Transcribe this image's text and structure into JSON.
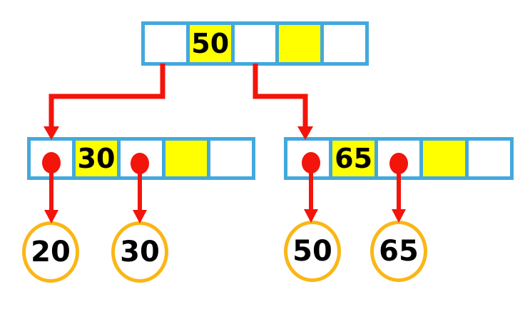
{
  "palette": {
    "node_border_blue": "#43a9dc",
    "cell_highlight_yellow": "#ffff00",
    "arrow_red": "#f3140b",
    "record_ring_orange": "#fbb616",
    "text_black": "#000000",
    "background_white": "#ffffff"
  },
  "tree": {
    "root": {
      "cells": [
        {
          "value": "",
          "highlighted": false
        },
        {
          "value": "50",
          "highlighted": true
        },
        {
          "value": "",
          "highlighted": false
        },
        {
          "value": "",
          "highlighted": true
        },
        {
          "value": "",
          "highlighted": false
        }
      ]
    },
    "left_leaf": {
      "cells": [
        {
          "value": "",
          "highlighted": false,
          "has_pointer_dot": true
        },
        {
          "value": "30",
          "highlighted": true
        },
        {
          "value": "",
          "highlighted": false,
          "has_pointer_dot": true
        },
        {
          "value": "",
          "highlighted": true
        },
        {
          "value": "",
          "highlighted": false
        }
      ]
    },
    "right_leaf": {
      "cells": [
        {
          "value": "",
          "highlighted": false,
          "has_pointer_dot": true
        },
        {
          "value": "65",
          "highlighted": true
        },
        {
          "value": "",
          "highlighted": false,
          "has_pointer_dot": true
        },
        {
          "value": "",
          "highlighted": true
        },
        {
          "value": "",
          "highlighted": false
        }
      ]
    },
    "records": [
      {
        "value": "20"
      },
      {
        "value": "30"
      },
      {
        "value": "50"
      },
      {
        "value": "65"
      }
    ]
  }
}
